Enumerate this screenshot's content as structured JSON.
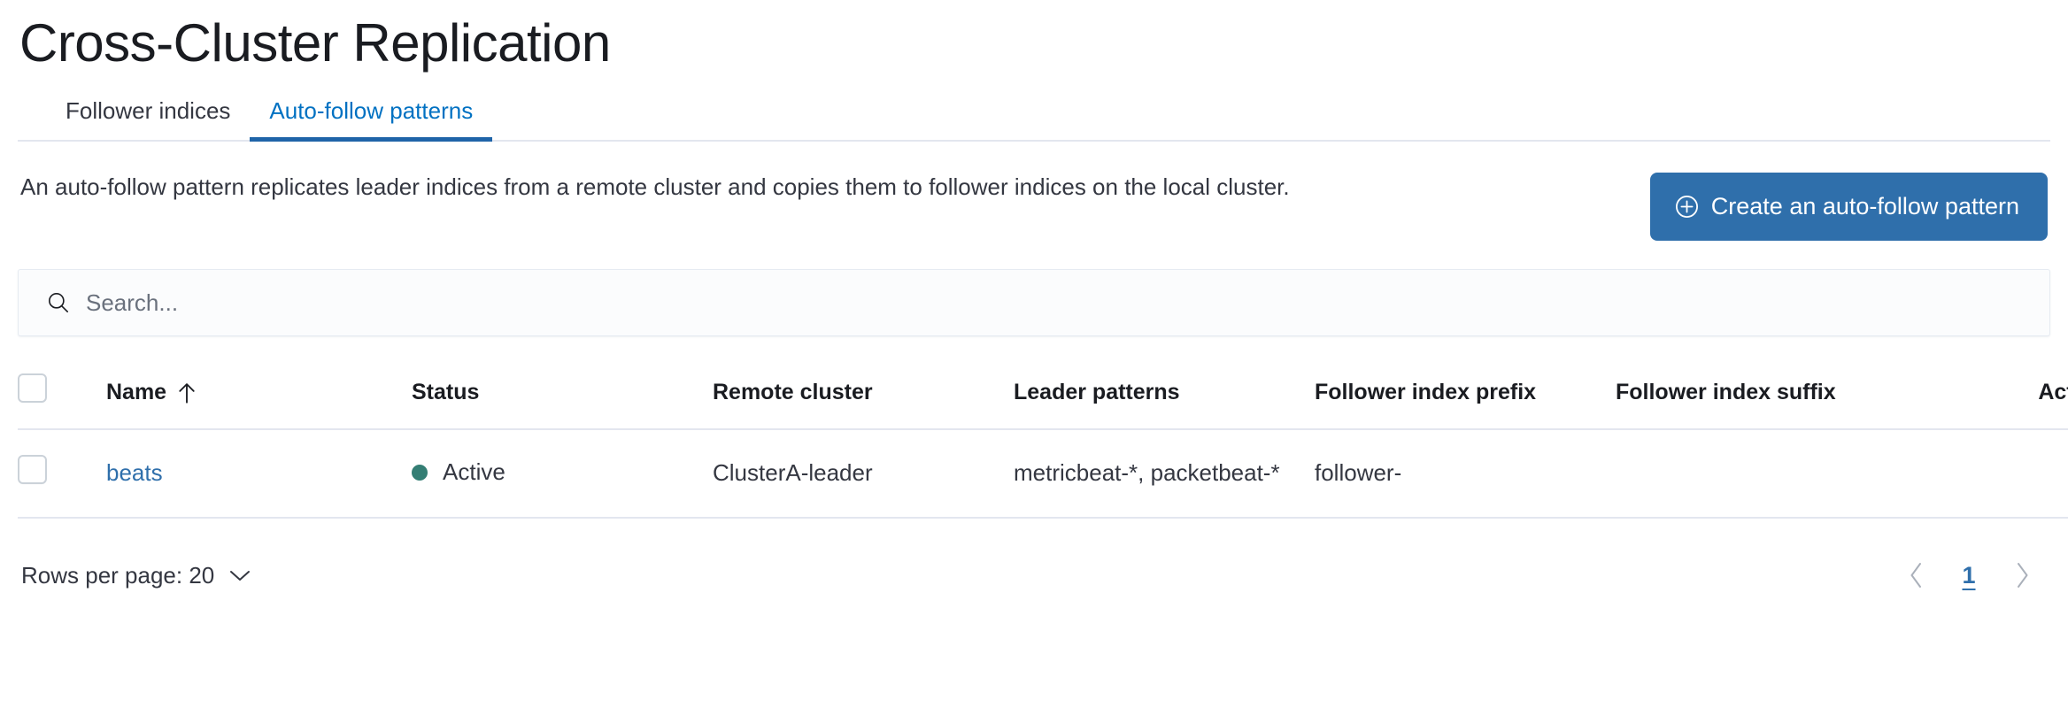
{
  "page": {
    "title": "Cross-Cluster Replication"
  },
  "tabs": [
    {
      "label": "Follower indices",
      "active": false
    },
    {
      "label": "Auto-follow patterns",
      "active": true
    }
  ],
  "intro": {
    "description": "An auto-follow pattern replicates leader indices from a remote cluster and copies them to follower indices on the local cluster.",
    "create_button_label": "Create an auto-follow pattern",
    "create_button_icon": "plus-in-circle-icon",
    "create_button_color": "#2f6fab"
  },
  "search": {
    "placeholder": "Search...",
    "value": "",
    "icon": "search-icon"
  },
  "table": {
    "columns": [
      {
        "key": "check",
        "label": ""
      },
      {
        "key": "name",
        "label": "Name",
        "sort": "ascending",
        "sort_icon": "arrow-up-icon"
      },
      {
        "key": "status",
        "label": "Status"
      },
      {
        "key": "remote",
        "label": "Remote cluster"
      },
      {
        "key": "leader",
        "label": "Leader patterns"
      },
      {
        "key": "prefix",
        "label": "Follower index prefix"
      },
      {
        "key": "suffix",
        "label": "Follower index suffix"
      },
      {
        "key": "actions",
        "label": "Actions"
      }
    ],
    "rows": [
      {
        "name": "beats",
        "status": "Active",
        "status_color": "#347e74",
        "remote_cluster": "ClusterA-leader",
        "leader_patterns": "metricbeat-*, packetbeat-*",
        "follower_index_prefix": "follower-",
        "follower_index_suffix": "",
        "actions_icon": "more-actions-icon"
      }
    ]
  },
  "footer": {
    "rows_per_page_label": "Rows per page: 20",
    "rows_per_page_icon": "chevron-down-icon",
    "prev_icon": "chevron-left-icon",
    "next_icon": "chevron-right-icon",
    "pages": [
      "1"
    ],
    "active_page": "1"
  }
}
